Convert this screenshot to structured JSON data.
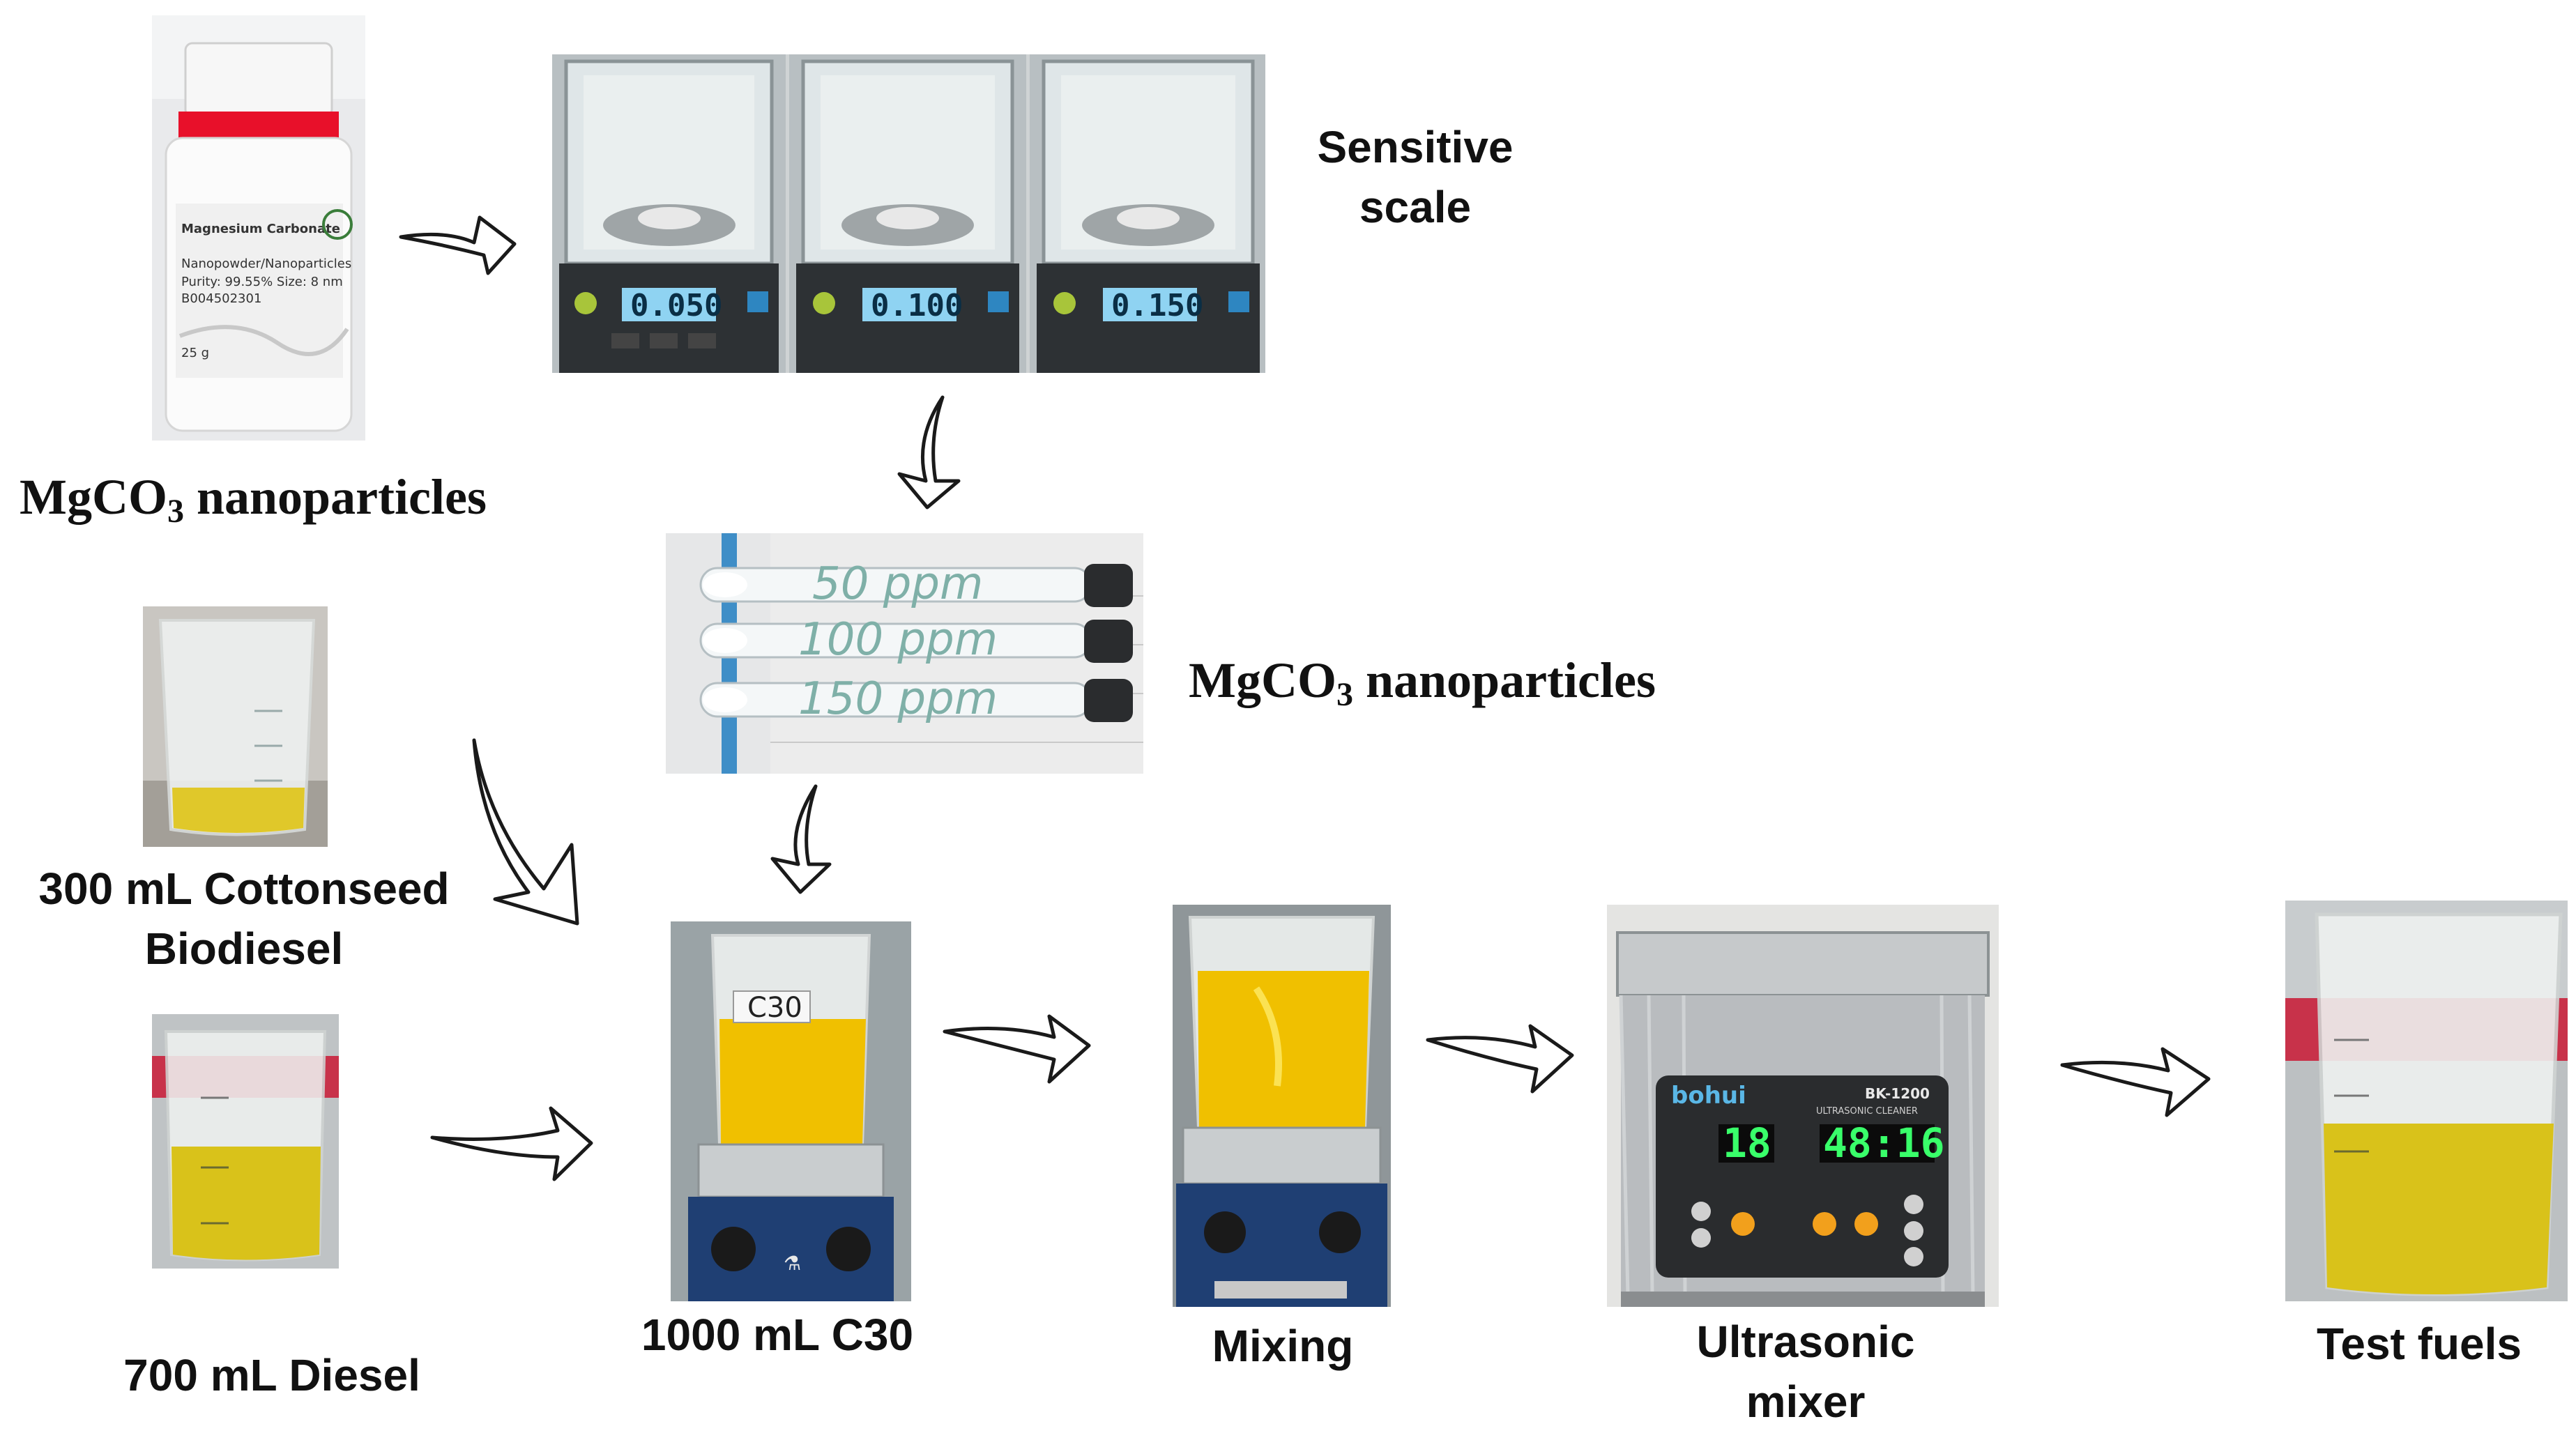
{
  "labels": {
    "nano_source_prefix": "MgCO",
    "nano_source_sub": "3",
    "nano_source_suffix": " nanoparticles",
    "scale_line1": "Sensitive",
    "scale_line2": "scale",
    "nano_weighed_prefix": "MgCO",
    "nano_weighed_sub": "3",
    "nano_weighed_suffix": " nanoparticles",
    "cottonseed_line1": "300 mL Cottonseed",
    "cottonseed_line2": "Biodiesel",
    "diesel": "700 mL Diesel",
    "c30": "1000 mL C30",
    "mixing": "Mixing",
    "ultrasonic_line1": "Ultrasonic",
    "ultrasonic_line2": "mixer",
    "test_fuels": "Test fuels"
  },
  "photo_text": {
    "bottle_title": "Magnesium Carbonate",
    "bottle_line1": "Nanopowder/Nanoparticles",
    "bottle_line2": "Purity: 99.55%  Size: 8 nm",
    "bottle_line3": "B004502301",
    "bottle_weight": "25 g",
    "scale_readouts": [
      "0.050",
      "0.100",
      "0.150"
    ],
    "tube_labels": [
      "50 ppm",
      "100 ppm",
      "150 ppm"
    ],
    "beaker_label": "C30",
    "ultrasonic_brand": "bohui",
    "ultrasonic_model": "BK-1200",
    "ultrasonic_subtitle": "ULTRASONIC CLEANER",
    "ultrasonic_display_left": "18",
    "ultrasonic_display_right": "48:16"
  },
  "colors": {
    "fuel_yellow": "#d9c21a",
    "biodiesel_yellow": "#e0c82a",
    "c30_yellow": "#f0c000",
    "scale_lcd": "#8fd3f2",
    "seg_green": "#39ff6a",
    "steel": "#b9bcbf",
    "blue_stripe": "#3f8ec7"
  }
}
